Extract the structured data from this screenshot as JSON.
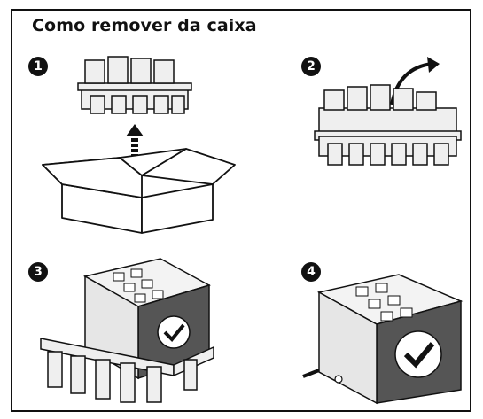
{
  "title": "Como remover da caixa",
  "steps": [
    {
      "number": "1"
    },
    {
      "number": "2"
    },
    {
      "number": "3"
    },
    {
      "number": "4"
    }
  ],
  "colors": {
    "ink": "#111111",
    "fill": "#e9e9e9",
    "shade": "#555555"
  },
  "icons": [
    "box-icon",
    "tray-icon",
    "lift-arrow-icon",
    "curved-arrow-icon",
    "device-icon",
    "checkmark-logo-icon"
  ]
}
